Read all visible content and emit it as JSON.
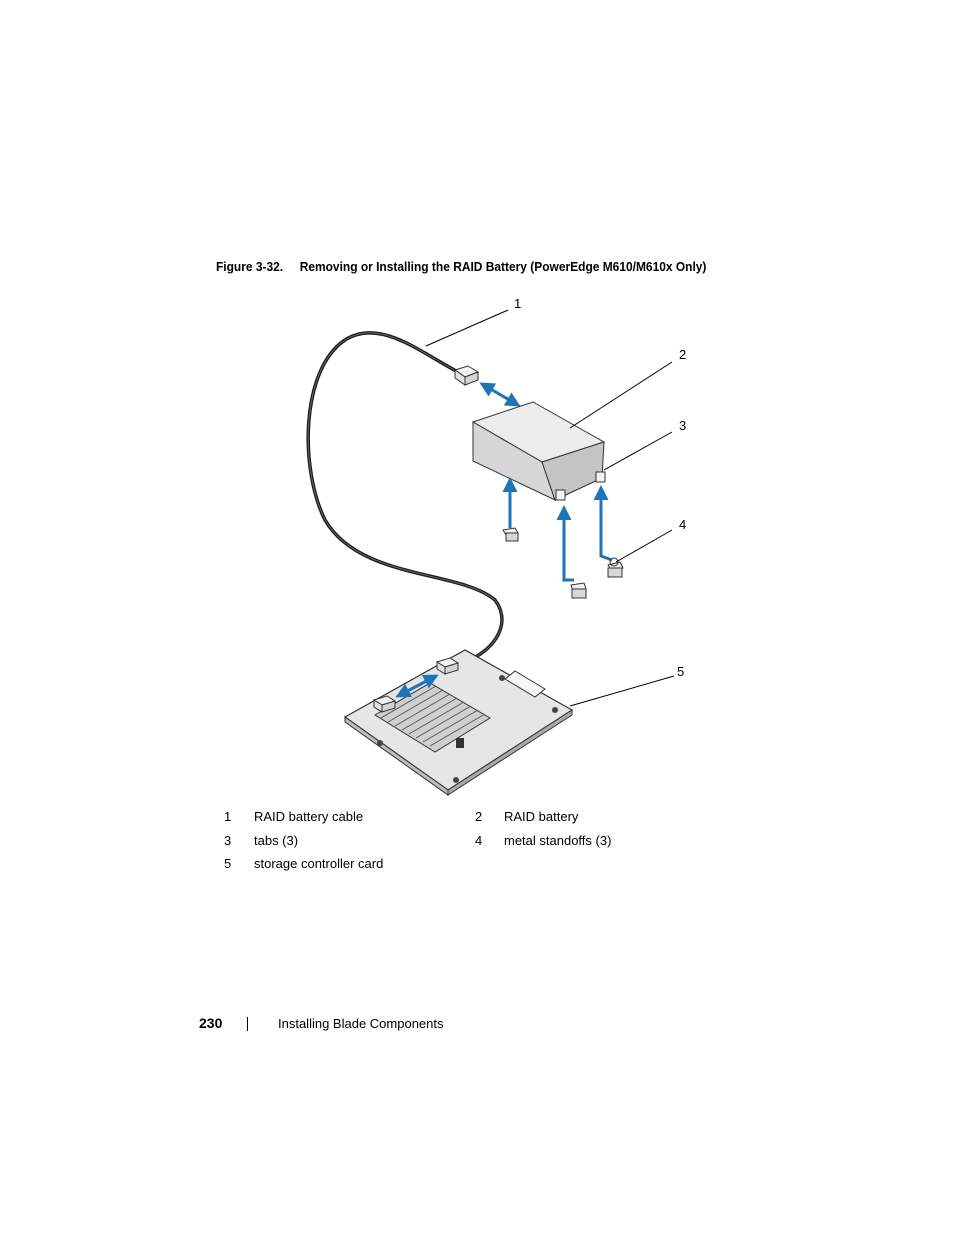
{
  "figure": {
    "label": "Figure 3-32.",
    "title": "Removing or Installing the RAID Battery (PowerEdge M610/M610x Only)",
    "callouts": [
      "1",
      "2",
      "3",
      "4",
      "5"
    ]
  },
  "legend": [
    {
      "num": "1",
      "text": "RAID battery cable"
    },
    {
      "num": "2",
      "text": "RAID battery"
    },
    {
      "num": "3",
      "text": "tabs (3)"
    },
    {
      "num": "4",
      "text": "metal standoffs (3)"
    },
    {
      "num": "5",
      "text": "storage controller card"
    }
  ],
  "footer": {
    "page_number": "230",
    "section": "Installing Blade Components"
  },
  "colors": {
    "arrow": "#1f73b7",
    "battery_top": "#eeeeee",
    "battery_side": "#cfcfcf"
  }
}
